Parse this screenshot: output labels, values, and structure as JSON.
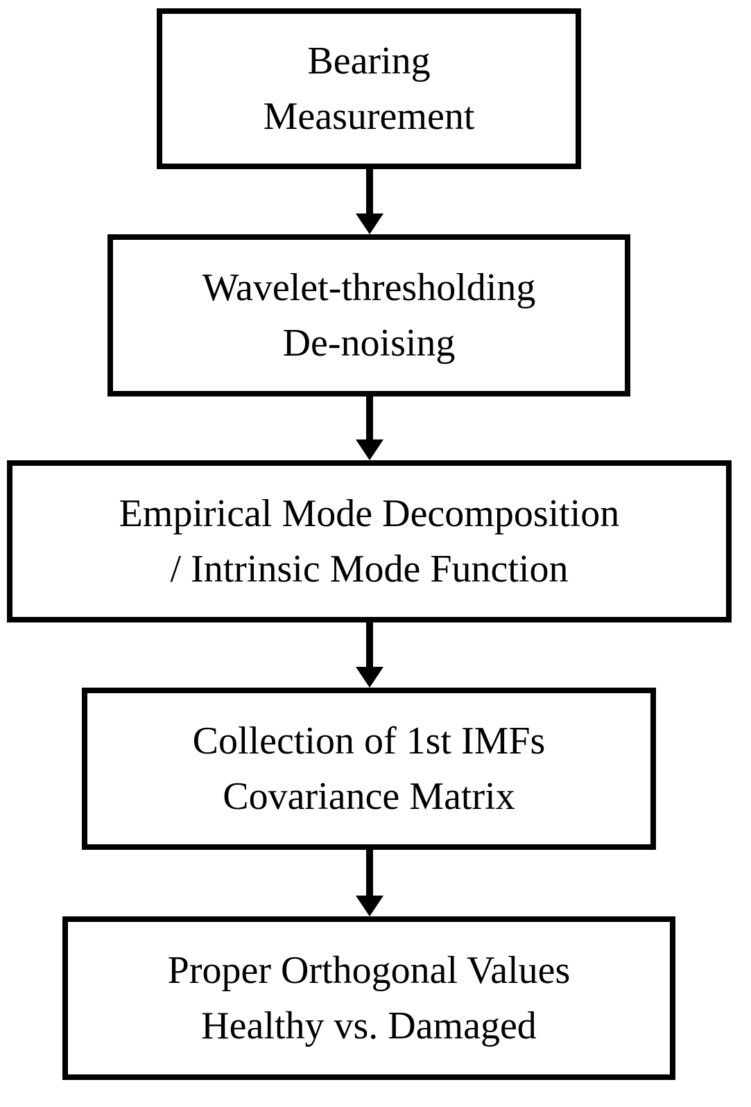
{
  "steps": [
    {
      "lines": [
        "Bearing",
        "Measurement"
      ]
    },
    {
      "lines": [
        "Wavelet-thresholding",
        "De-noising"
      ]
    },
    {
      "lines": [
        "Empirical Mode Decomposition",
        "/ Intrinsic Mode Function"
      ]
    },
    {
      "lines": [
        "Collection of 1st IMFs",
        "Covariance Matrix"
      ]
    },
    {
      "lines": [
        "Proper Orthogonal Values",
        "Healthy vs. Damaged"
      ]
    }
  ],
  "colors": {
    "stroke": "#000000",
    "background": "#ffffff"
  }
}
